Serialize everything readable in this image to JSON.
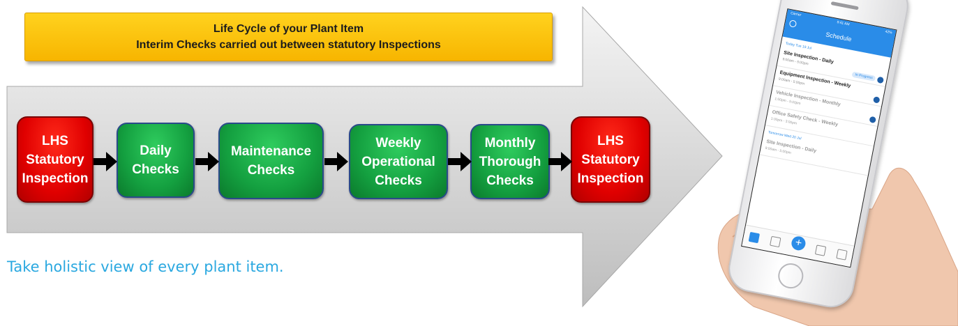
{
  "banner": {
    "line1": "Life Cycle of your Plant Item",
    "line2": "Interim Checks carried out between statutory Inspections"
  },
  "steps": [
    {
      "lines": [
        "LHS",
        "Statutory",
        "Inspection"
      ],
      "color": "red"
    },
    {
      "lines": [
        "Daily",
        "Checks"
      ],
      "color": "green"
    },
    {
      "lines": [
        "Maintenance",
        "Checks"
      ],
      "color": "green"
    },
    {
      "lines": [
        "Weekly",
        "Operational",
        "Checks"
      ],
      "color": "green"
    },
    {
      "lines": [
        "Monthly",
        "Thorough",
        "Checks"
      ],
      "color": "green"
    },
    {
      "lines": [
        "LHS",
        "Statutory",
        "Inspection"
      ],
      "color": "red"
    }
  ],
  "tagline": "Take holistic view of every plant item.",
  "colors": {
    "red": "#e00000",
    "green": "#14a040",
    "banner": "#ffd21e",
    "tagline": "#2aa8e0"
  },
  "phone": {
    "status_left": "Carrier",
    "status_time": "9:41 AM",
    "status_right": "42%",
    "title": "Schedule",
    "today_header": "Today Tue 19 Jul",
    "items": [
      {
        "name": "Site Inspection - Daily",
        "time": "9:00am - 5:00pm",
        "badge": "In Progress"
      },
      {
        "name": "Equipment Inspection - Weekly",
        "time": "9:00am - 5:00pm"
      },
      {
        "name": "Vehicle Inspection - Monthly",
        "time": "1:00pm - 5:00pm"
      },
      {
        "name": "Office Safety Check - Weekly",
        "time": "1:00pm - 3:00pm"
      }
    ],
    "tomorrow_header": "Tomorrow Wed 20 Jul",
    "tomorrow_item": {
      "name": "Site Inspection - Daily",
      "time": "9:00am - 5:00pm"
    }
  }
}
